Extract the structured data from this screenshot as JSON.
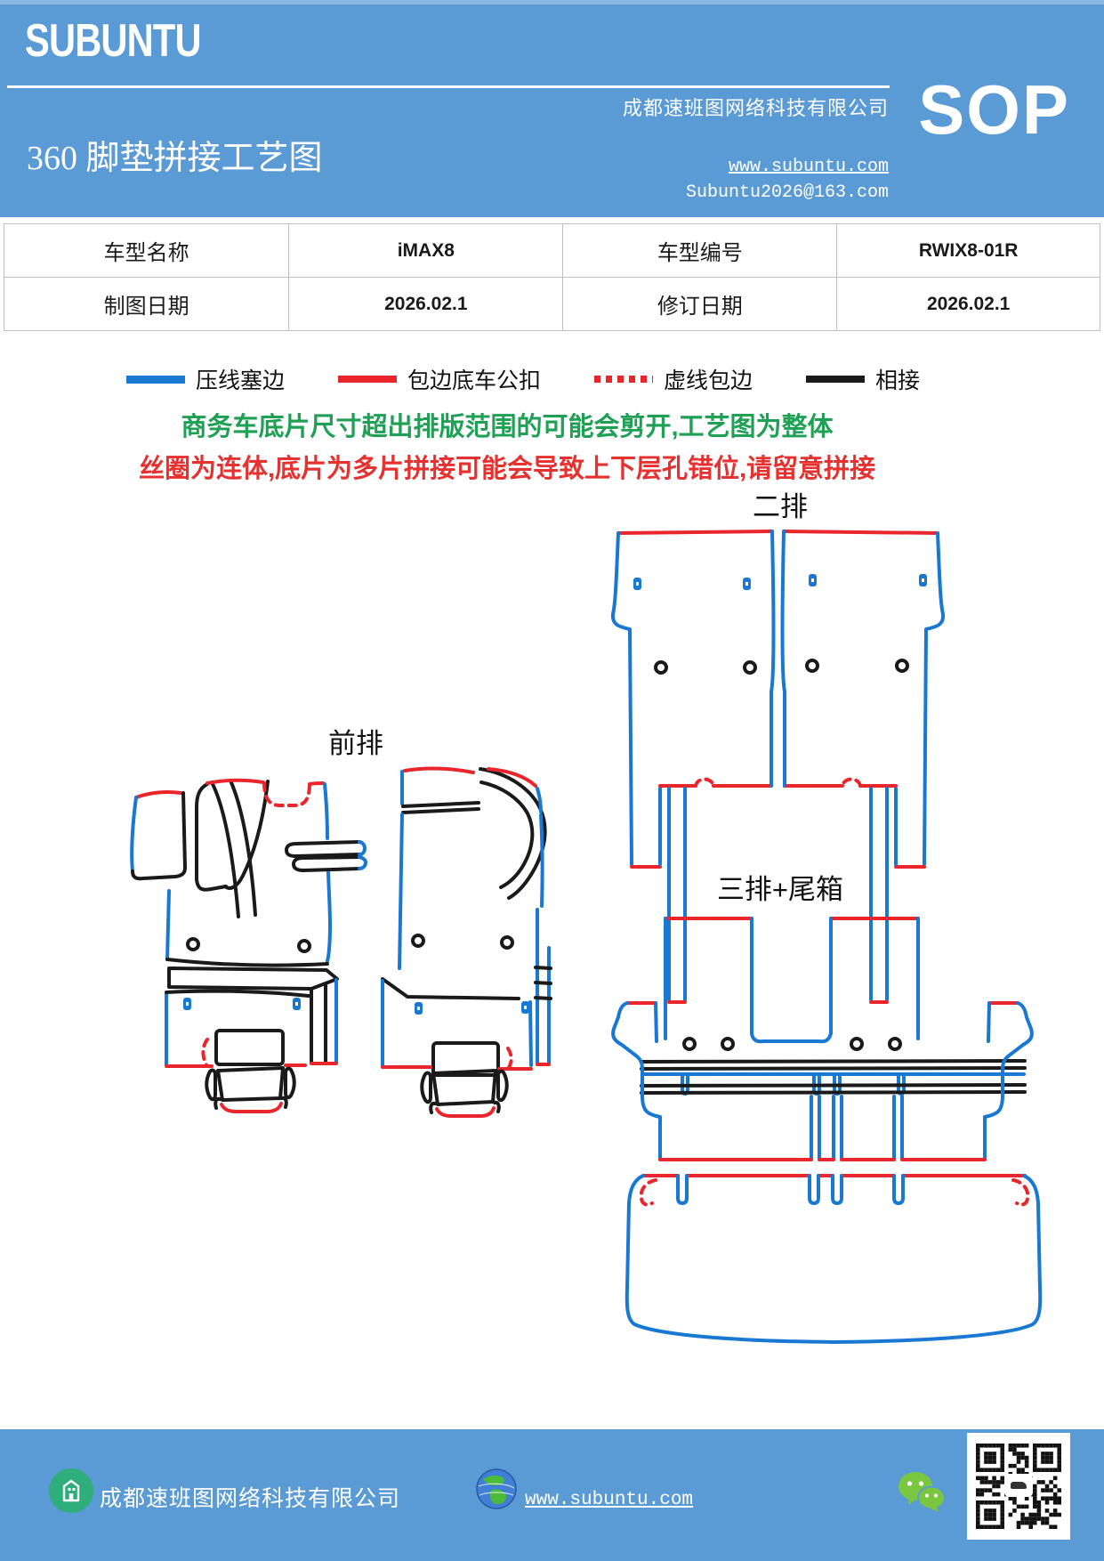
{
  "colors": {
    "header_bg": "#5B9BD5",
    "footer_bg": "#5B9BD5",
    "line_blue": "#1878D2",
    "line_red": "#E8262B",
    "line_black": "#1A1A1A",
    "notice_green": "#1FA055",
    "notice_red": "#E5312F",
    "wechat_green": "#78C73F",
    "logo_green": "#2EAE7A"
  },
  "header": {
    "brand": "SUBUNTU",
    "doc_title": "360 脚垫拼接工艺图",
    "company": "成都速班图网络科技有限公司",
    "badge": "SOP",
    "website": "www.subuntu.com",
    "email": "Subuntu2026@163.com"
  },
  "info_table": {
    "rows": [
      [
        "车型名称",
        "iMAX8",
        "车型编号",
        "RWIX8-01R"
      ],
      [
        "制图日期",
        "2026.02.1",
        "修订日期",
        "2026.02.1"
      ]
    ]
  },
  "legend": {
    "items": [
      {
        "label": "压线塞边",
        "style": "blue-solid"
      },
      {
        "label": "包边底车公扣",
        "style": "red-solid"
      },
      {
        "label": "虚线包边",
        "style": "red-dashed"
      },
      {
        "label": "相接",
        "style": "black-solid"
      }
    ]
  },
  "notices": {
    "line1": "商务车底片尺寸超出排版范围的可能会剪开,工艺图为整体",
    "line2": "丝圈为连体,底片为多片拼接可能会导致上下层孔错位,请留意拼接"
  },
  "diagrams": {
    "front_row_label": "前排",
    "second_row_label": "二排",
    "third_row_label": "三排+尾箱"
  },
  "footer": {
    "company": "成都速班图网络科技有限公司",
    "website": "www.subuntu.com"
  }
}
